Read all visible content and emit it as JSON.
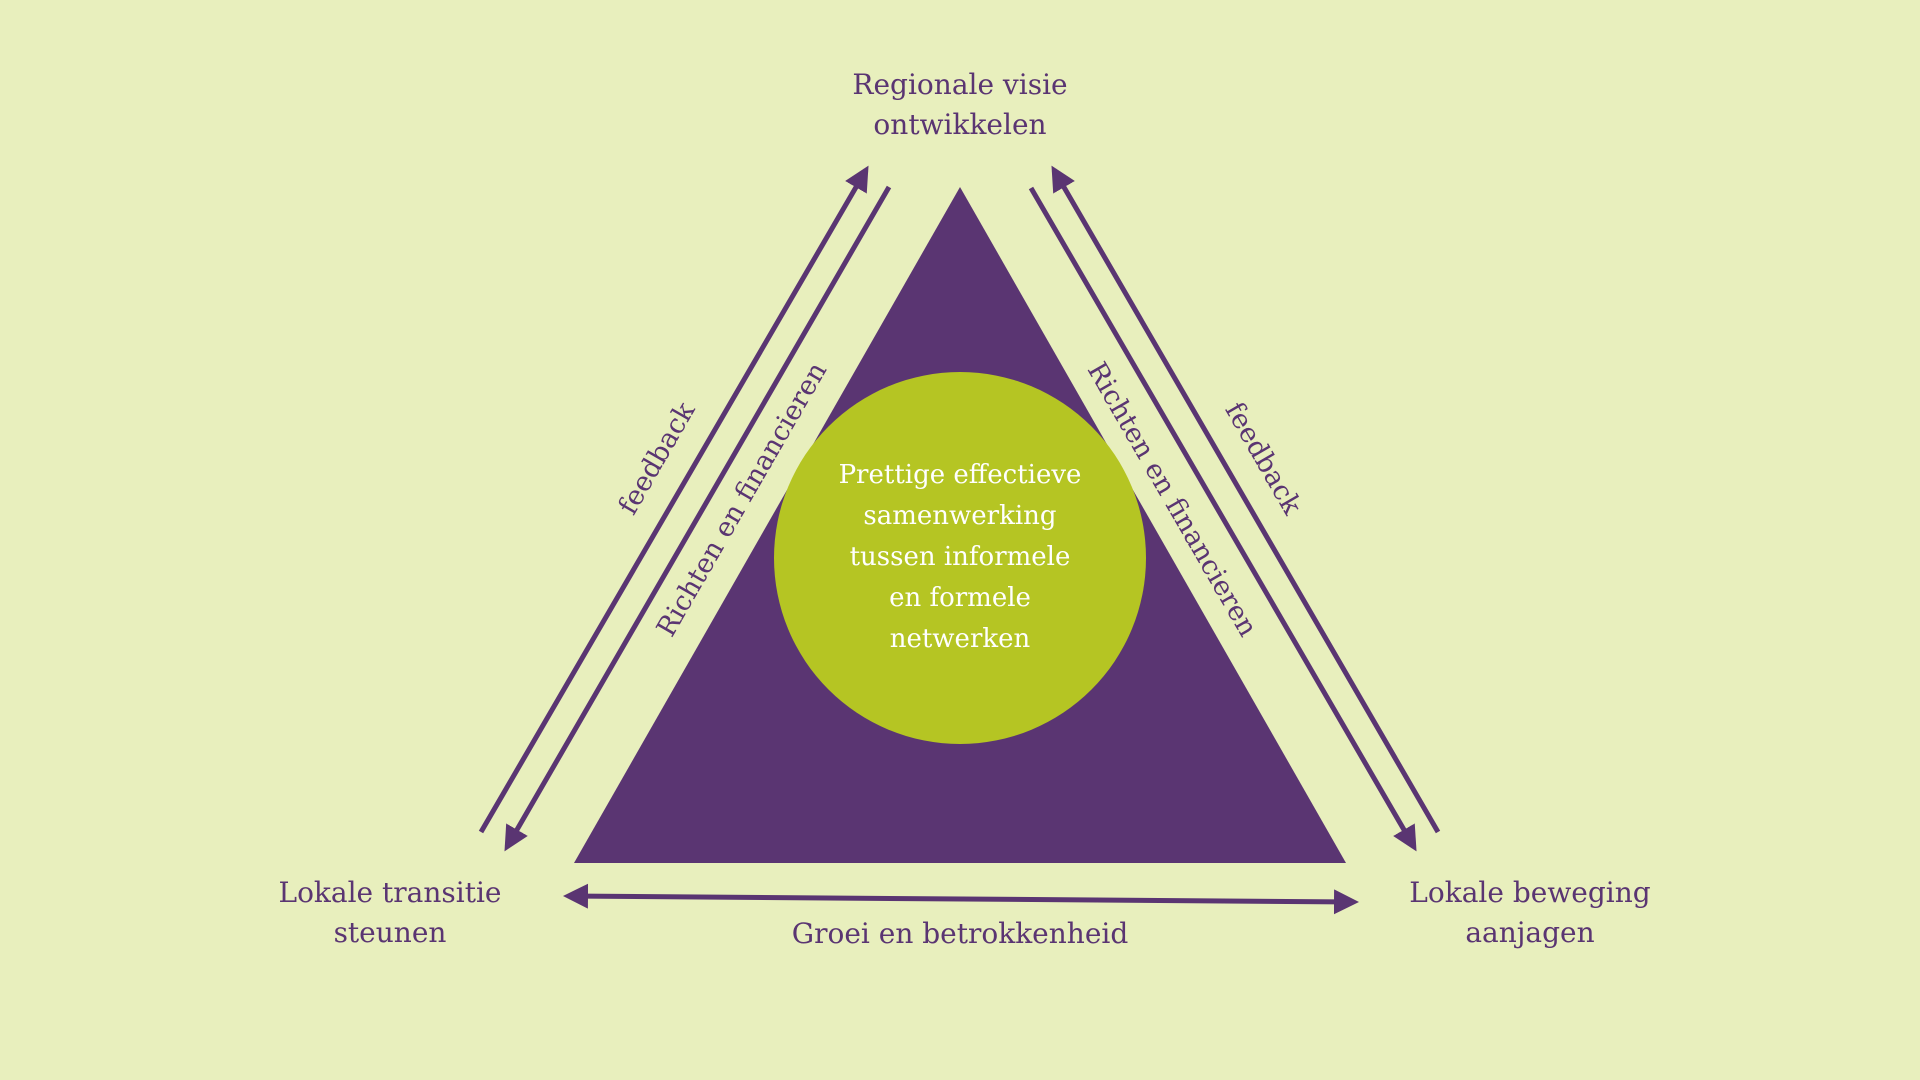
{
  "nodes": {
    "top": [
      "Regionale visie",
      "ontwikkelen"
    ],
    "bottom_left": [
      "Lokale transitie",
      "steunen"
    ],
    "bottom_right": [
      "Lokale beweging",
      "aanjagen"
    ]
  },
  "center": [
    "Prettige effectieve",
    "samenwerking",
    "tussen informele",
    "en formele",
    "netwerken"
  ],
  "edges": {
    "left_outer": "feedback",
    "left_inner": "Richten en financieren",
    "right_inner": "Richten en financieren",
    "right_outer": "feedback",
    "bottom": "Groei en betrokkenheid"
  },
  "colors": {
    "background": "#e8efbd",
    "purple": "#5a3572",
    "green": "#b5c523",
    "white": "#ffffff"
  }
}
